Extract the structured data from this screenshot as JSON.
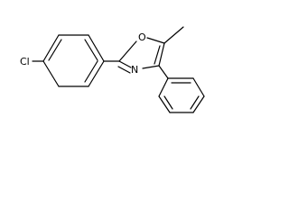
{
  "molecule": {
    "atoms": {
      "chlorine": "Cl",
      "oxygen": "O",
      "nitrogen": "N"
    }
  },
  "colors": {
    "background": "#ffffff",
    "bond": "#000000",
    "label": "#000000"
  }
}
